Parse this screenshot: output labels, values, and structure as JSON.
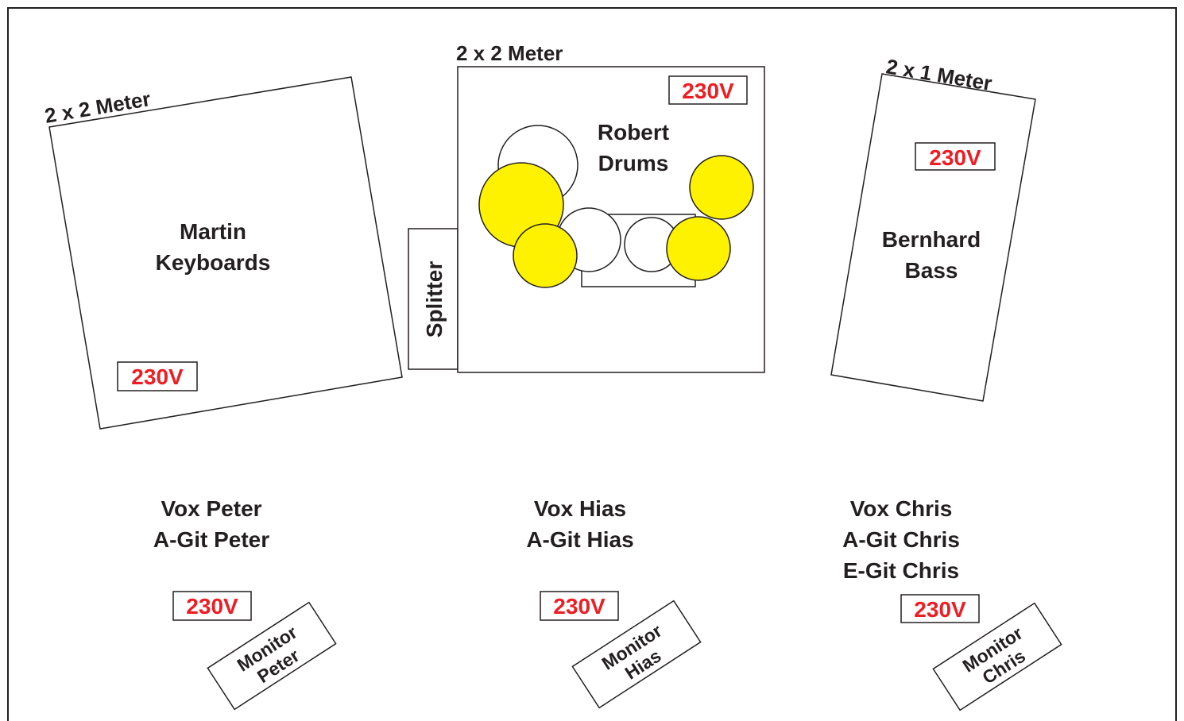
{
  "colors": {
    "power": "#ee1d23",
    "cymbal": "#fff200",
    "drum": "#ffffff",
    "stroke": "#231f20"
  },
  "risers": {
    "keyboards": {
      "size": "2 x 2 Meter",
      "musician": "Martin",
      "instrument": "Keyboards",
      "power": "230V"
    },
    "drums": {
      "size": "2 x 2 Meter",
      "musician": "Robert",
      "instrument": "Drums",
      "power": "230V"
    },
    "bass": {
      "size": "2 x 1 Meter",
      "musician": "Bernhard",
      "instrument": "Bass",
      "power": "230V"
    }
  },
  "splitter": "Splitter",
  "front_positions": {
    "peter": {
      "lines": [
        "Vox Peter",
        "A-Git Peter"
      ],
      "power": "230V",
      "monitor": [
        "Monitor",
        "Peter"
      ]
    },
    "hias": {
      "lines": [
        "Vox Hias",
        "A-Git Hias"
      ],
      "power": "230V",
      "monitor": [
        "Monitor",
        "Hias"
      ]
    },
    "chris": {
      "lines": [
        "Vox Chris",
        "A-Git Chris",
        "E-Git Chris"
      ],
      "power": "230V",
      "monitor": [
        "Monitor",
        "Chris"
      ]
    }
  }
}
